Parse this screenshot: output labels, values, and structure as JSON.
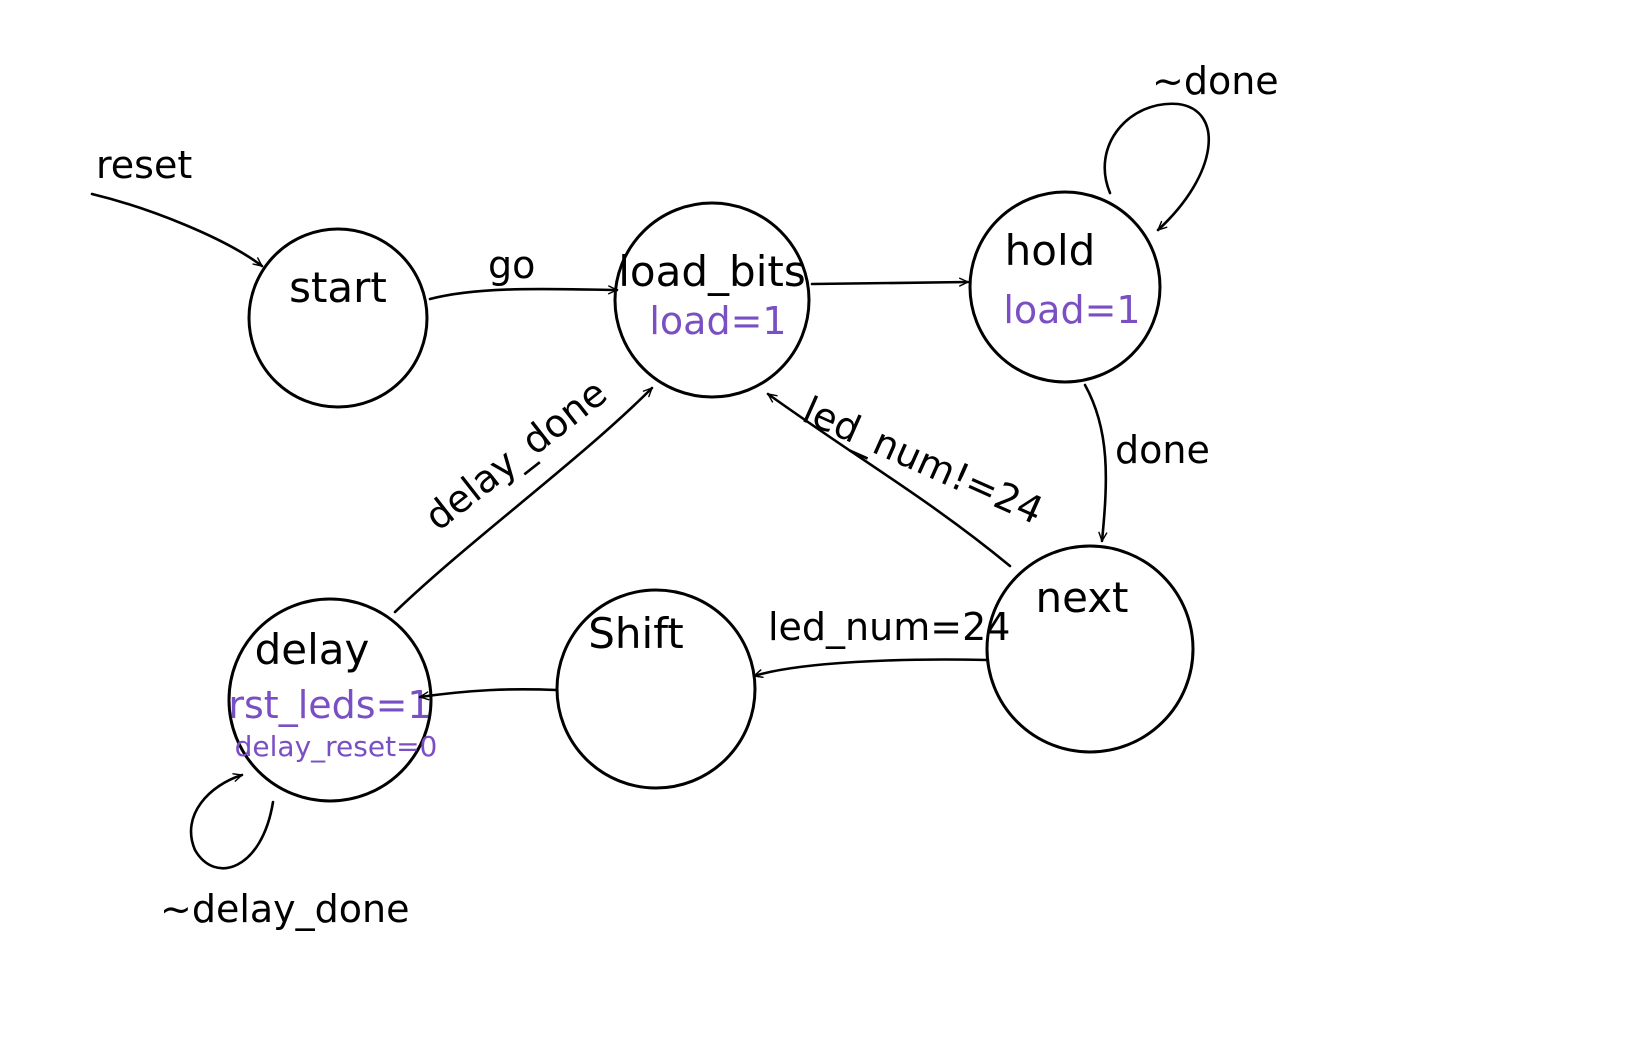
{
  "colors": {
    "ink": "#000000",
    "output_ink": "#7b4fc4",
    "background": "#ffffff"
  },
  "states": {
    "start": {
      "name": "start"
    },
    "load_bits": {
      "name": "load_bits",
      "outputs": [
        "load=1"
      ]
    },
    "hold": {
      "name": "hold",
      "outputs": [
        "load=1"
      ]
    },
    "next": {
      "name": "next"
    },
    "shift": {
      "name": "Shift"
    },
    "delay": {
      "name": "delay",
      "outputs": [
        "rst_leds=1",
        "delay_reset=0"
      ]
    }
  },
  "transitions": {
    "reset_entry": "reset",
    "start_to_load_bits": "go",
    "load_bits_to_hold": "",
    "hold_self": "~done",
    "hold_to_next": "done",
    "next_to_load_bits": "led_num!=24",
    "next_to_shift": "led_num=24",
    "shift_to_delay": "",
    "delay_to_load_bits": "delay_done",
    "delay_self": "~delay_done"
  }
}
